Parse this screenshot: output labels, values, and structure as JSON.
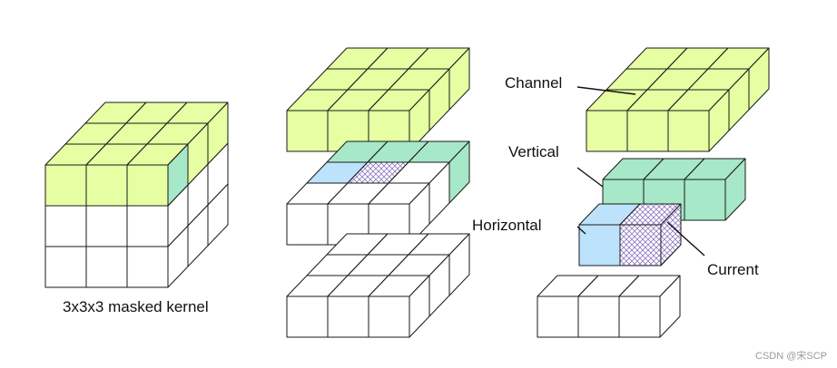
{
  "colors": {
    "channel": "#e6ffa3",
    "vertical": "#a6e8c8",
    "horizontal": "#bde2fb",
    "current_hatch": "#9a7fc8",
    "empty": "#ffffff",
    "edge": "#1a1a1a"
  },
  "labels": {
    "caption": "3x3x3 masked kernel",
    "channel": "Channel",
    "vertical": "Vertical",
    "horizontal": "Horizontal",
    "current": "Current"
  },
  "watermark": "CSDN @宋SCP"
}
